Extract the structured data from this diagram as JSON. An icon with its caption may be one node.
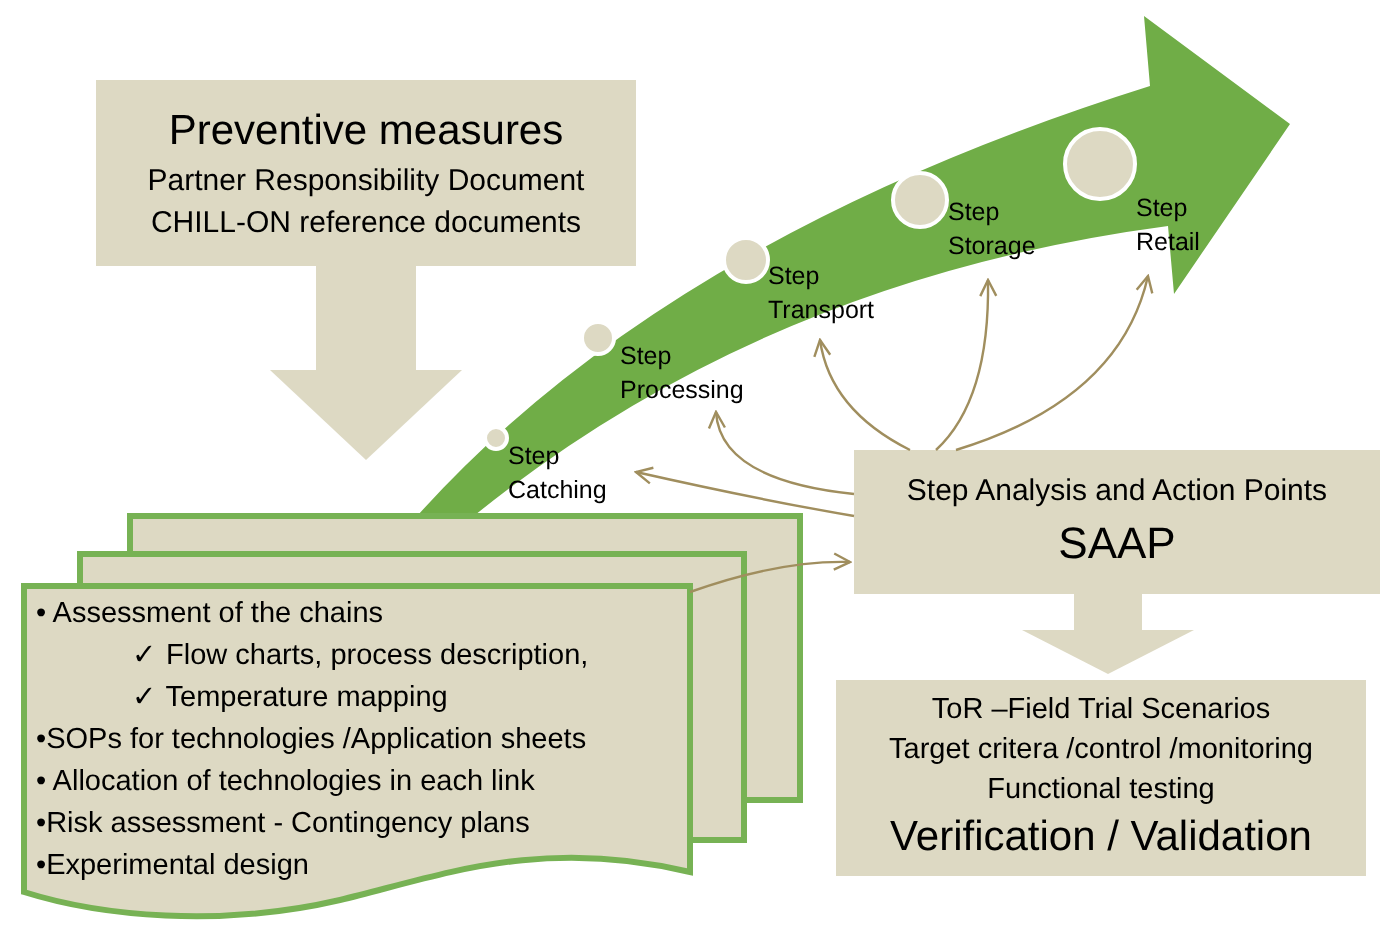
{
  "diagram": {
    "nodes": [
      {
        "text": [
          "Preventive measures",
          "Partner Responsibility Document",
          "CHILL-ON reference documents"
        ]
      },
      {
        "text": [
          "• Assessment of the chains",
          "✓ Flow charts, process description,",
          "✓ Temperature mapping",
          "•SOPs for technologies /Application sheets",
          "• Allocation of technologies in each link",
          "•Risk assessment - Contingency plans",
          "•Experimental design"
        ]
      },
      {
        "text": [
          "Step",
          "Catching"
        ]
      },
      {
        "text": [
          "Step",
          "Processing"
        ]
      },
      {
        "text": [
          "Step",
          "Transport"
        ]
      },
      {
        "text": [
          "Step",
          "Storage"
        ]
      },
      {
        "text": [
          "Step",
          "Retail"
        ]
      },
      {
        "text": [
          "Step Analysis and Action Points",
          "SAAP"
        ]
      },
      {
        "text": [
          "ToR –Field Trial Scenarios",
          "Target critera /control /monitoring",
          "Functional testing",
          "Verification / Validation"
        ]
      }
    ],
    "edges": [
      {
        "from": 0,
        "to": 1,
        "arrow": "to",
        "style": "thick",
        "color": "#ddd9c3"
      },
      {
        "from": 7,
        "to": 8,
        "arrow": "to",
        "style": "thick",
        "color": "#ddd9c3"
      },
      {
        "from": 7,
        "to": 2,
        "arrow": "to"
      },
      {
        "from": 7,
        "to": 3,
        "arrow": "to"
      },
      {
        "from": 7,
        "to": 4,
        "arrow": "to"
      },
      {
        "from": 7,
        "to": 5,
        "arrow": "to"
      },
      {
        "from": 7,
        "to": 6,
        "arrow": "to"
      },
      {
        "from": 1,
        "to": 7,
        "arrow": "to"
      }
    ]
  }
}
